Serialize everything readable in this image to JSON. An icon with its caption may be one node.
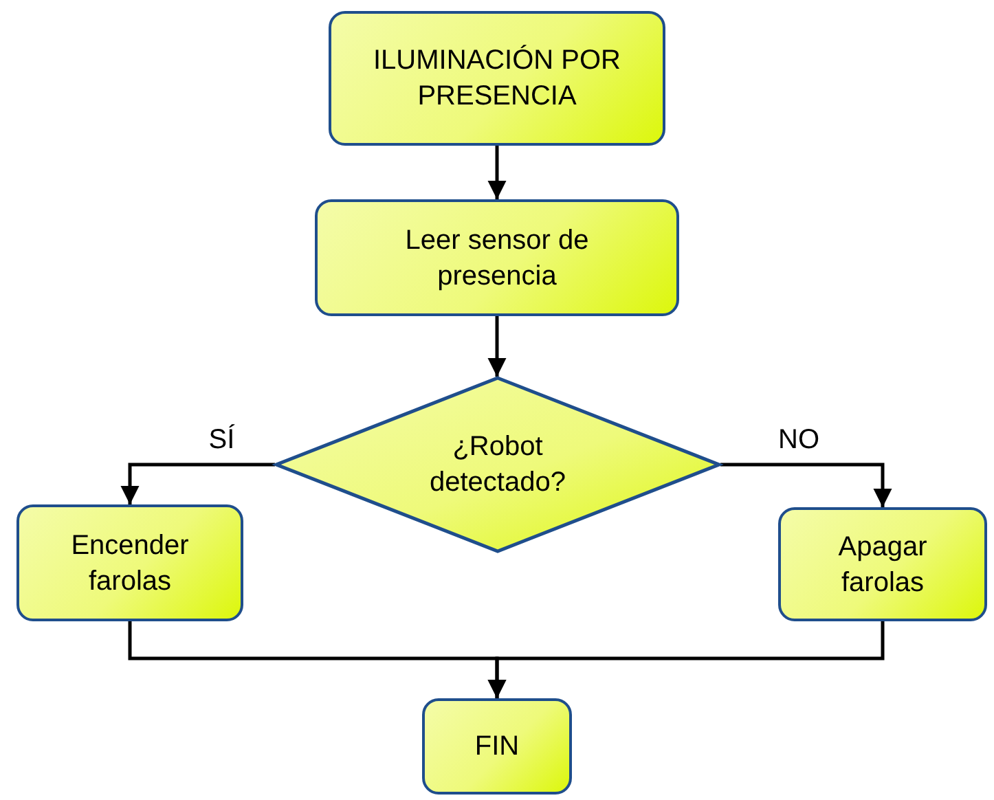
{
  "diagram": {
    "nodes": [
      {
        "text": [
          "ILUMINACIÓN POR PRESENCIA"
        ]
      },
      {
        "text": [
          "Leer sensor de presencia"
        ]
      },
      {
        "text": [
          "¿Robot detectado?"
        ]
      },
      {
        "text": [
          "Encender farolas"
        ]
      },
      {
        "text": [
          "Apagar farolas"
        ]
      },
      {
        "text": [
          "FIN"
        ]
      }
    ],
    "edges": [
      {
        "from": 0,
        "to": 1,
        "arrow": "to"
      },
      {
        "from": 1,
        "to": 2,
        "arrow": "to"
      },
      {
        "from": 2,
        "to": 3,
        "arrow": "to",
        "label": "SÍ"
      },
      {
        "from": 2,
        "to": 4,
        "arrow": "to",
        "label": "NO"
      },
      {
        "from": 3,
        "to": 5,
        "arrow": "to"
      },
      {
        "from": 4,
        "to": 5,
        "arrow": "to"
      }
    ]
  }
}
